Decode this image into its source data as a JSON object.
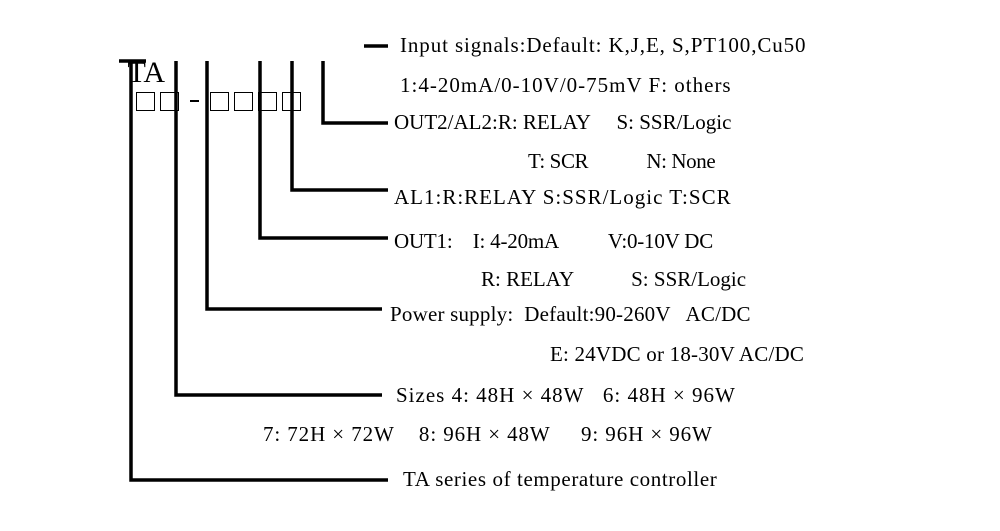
{
  "model": {
    "prefix": "TA",
    "box_glyph": "□",
    "separator": "-"
  },
  "input": {
    "line1": "Input signals:Default: K,J,E, S,PT100,Cu50",
    "line2": "1:4-20mA/0-10V/0-75mV F: others"
  },
  "out2": {
    "line1": "OUT2/AL2:R: RELAY     S: SSR/Logic",
    "line2": "T: SCR            N: None"
  },
  "al1": {
    "line1": "AL1:R:RELAY S:SSR/Logic T:SCR"
  },
  "out1": {
    "line1": "OUT1:    I: 4-20mA          V:0-10V DC",
    "line2": "R: RELAY           S: SSR/Logic"
  },
  "power": {
    "line1": "Power supply:  Default:90-260V   AC/DC",
    "line2": "E: 24VDC or 18-30V AC/DC"
  },
  "sizes": {
    "line1": "Sizes 4: 48H × 48W   6: 48H × 96W",
    "line2": "7: 72H × 72W    8: 96H × 48W     9: 96H × 96W"
  },
  "series": {
    "line1": "TA series of temperature controller"
  }
}
